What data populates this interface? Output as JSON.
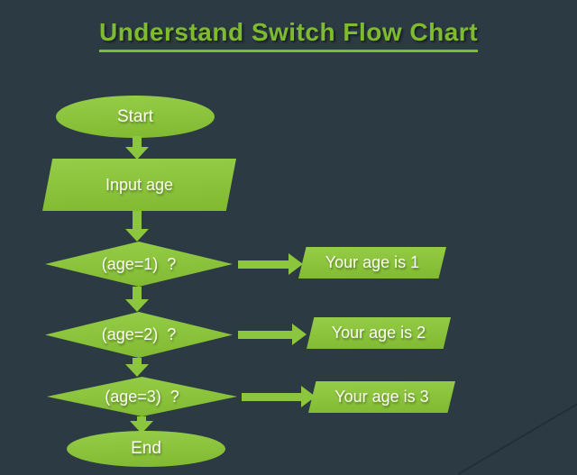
{
  "page": {
    "title": "Understand Switch Flow Chart"
  },
  "flowchart": {
    "start_label": "Start",
    "input_label": "Input age",
    "decisions": [
      {
        "condition": "(age=1)  ?",
        "output": "Your age is 1"
      },
      {
        "condition": "(age=2)  ?",
        "output": "Your age is 2"
      },
      {
        "condition": "(age=3)  ?",
        "output": "Your age is 3"
      }
    ],
    "end_label": "End"
  },
  "colors": {
    "background": "#2C3A43",
    "shape_green": "#8CC63E",
    "title_green": "#7EBB2F",
    "shape_text": "#FCFDF2",
    "diagonal_line": "#232F37"
  }
}
